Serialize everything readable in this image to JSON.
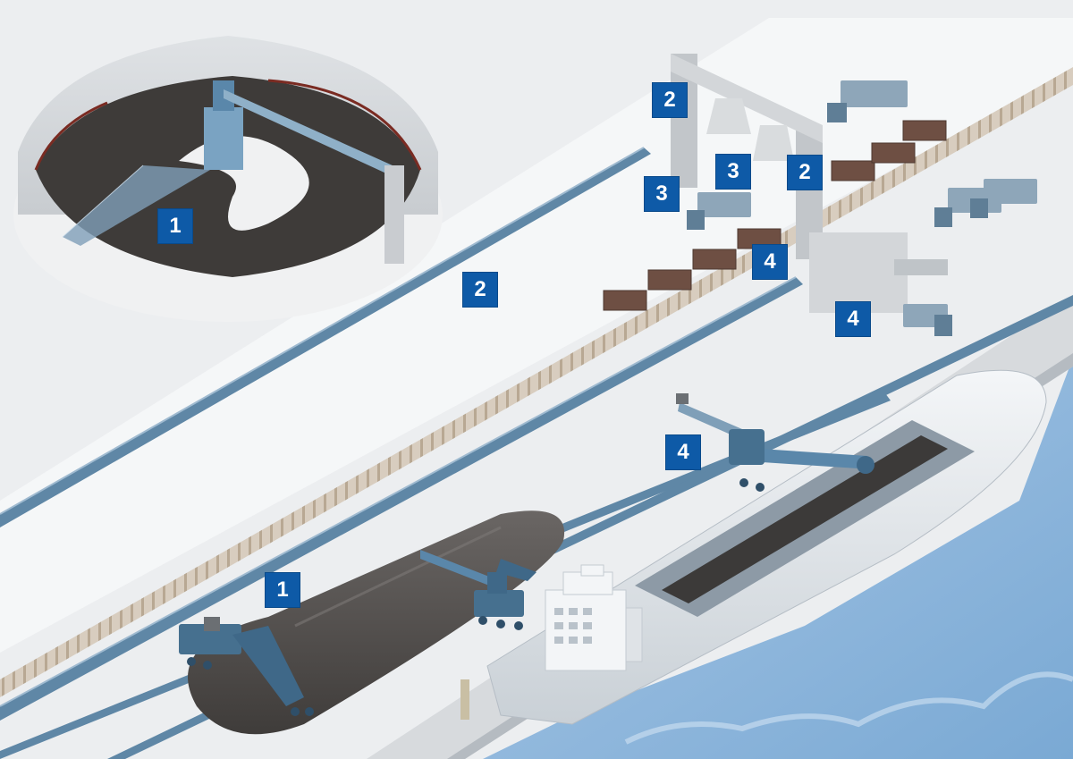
{
  "diagram": {
    "colors": {
      "background": "#eceef0",
      "water": "#8fb6da",
      "conveyor": "#5f87a6",
      "badge": "#0e5aa7",
      "coal": "#4a4745",
      "railcar": "#6e4f43",
      "truck": "#8ea6b9"
    },
    "badges": [
      {
        "id": "dome-stacker-reclaimer",
        "label": "1"
      },
      {
        "id": "long-stockpile-reclaimer",
        "label": "1"
      },
      {
        "id": "dome-outfeed-conveyor",
        "label": "2"
      },
      {
        "id": "transfer-tower-left",
        "label": "2"
      },
      {
        "id": "transfer-tower-right",
        "label": "2"
      },
      {
        "id": "silo-truck-loading-left",
        "label": "3"
      },
      {
        "id": "silo-truck-loading-center",
        "label": "3"
      },
      {
        "id": "train-loading",
        "label": "4"
      },
      {
        "id": "truck-loading-station",
        "label": "4"
      },
      {
        "id": "ship-loader",
        "label": "4"
      }
    ]
  }
}
